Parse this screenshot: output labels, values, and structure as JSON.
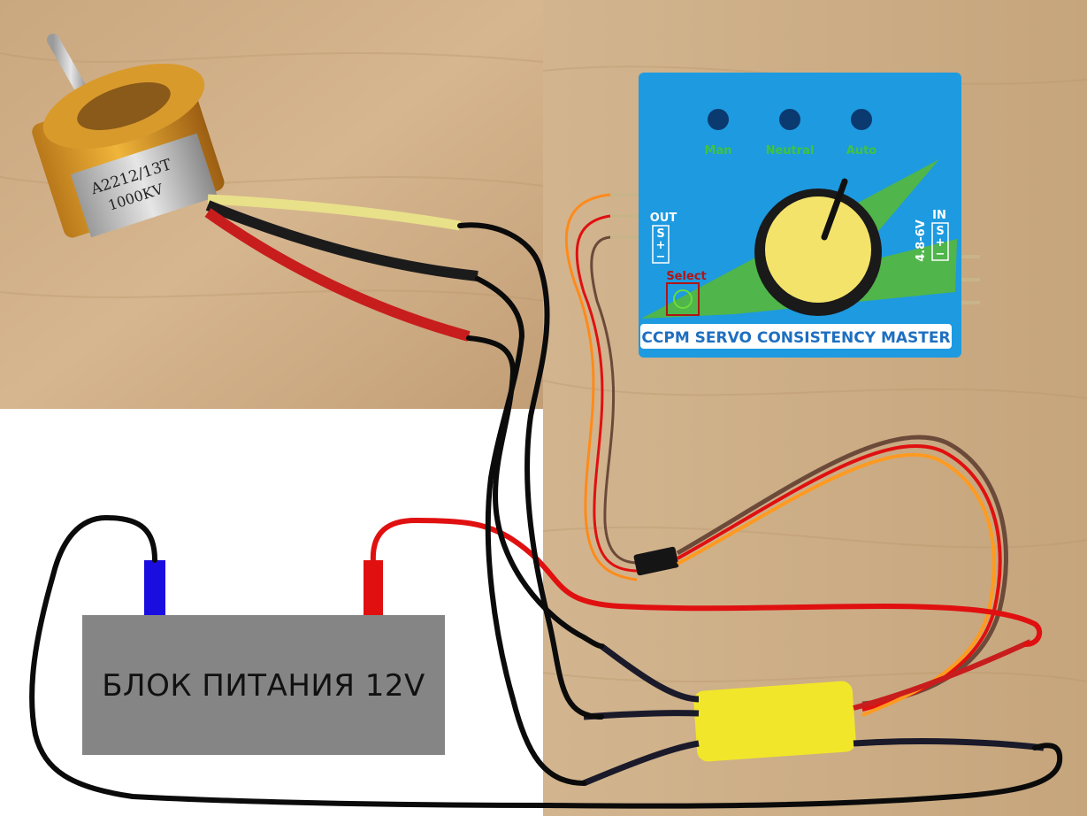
{
  "psu": {
    "label": "БЛОК ПИТАНИЯ 12V"
  },
  "motor": {
    "model": "A2212/13T",
    "kv": "1000KV"
  },
  "tester": {
    "title": "CCPM SERVO CONSISTENCY MASTER",
    "modes": [
      "Man",
      "Neutral",
      "Auto"
    ],
    "out_label": "OUT",
    "in_label": "IN",
    "voltage": "4.8-6V",
    "select_label": "Select",
    "pins": [
      "S",
      "+",
      "−"
    ]
  },
  "colors": {
    "wire_black": "#0b0b0b",
    "wire_red": "#e01010",
    "terminal_negative": "#1a0de0",
    "terminal_positive": "#e01010",
    "psu_body": "#858585",
    "tester_body": "#1e9ae0",
    "knob": "#f4e36a",
    "esc": "#f2e62a"
  }
}
